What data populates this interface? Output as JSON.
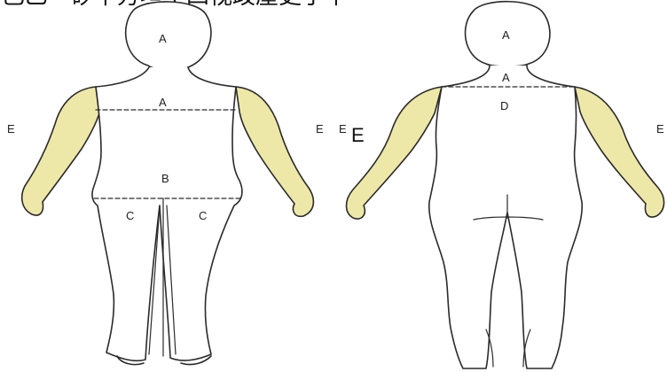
{
  "header": {
    "text": "巴乙・矽早芳垣中四视歧崖更于中"
  },
  "colors": {
    "arm_fill": "#eee8a8",
    "outline": "#2a2a2a",
    "background": "#ffffff"
  },
  "front_figure": {
    "head_label": "A",
    "chest_label": "A",
    "waist_label": "B",
    "left_leg_label": "C",
    "right_leg_label": "C",
    "left_arm_label": "E",
    "right_arm_label": "E"
  },
  "back_figure": {
    "head_label": "A",
    "neck_label": "A",
    "back_label": "D",
    "left_arm_label_small": "E",
    "left_arm_label_large": "E",
    "right_arm_label": "E"
  }
}
